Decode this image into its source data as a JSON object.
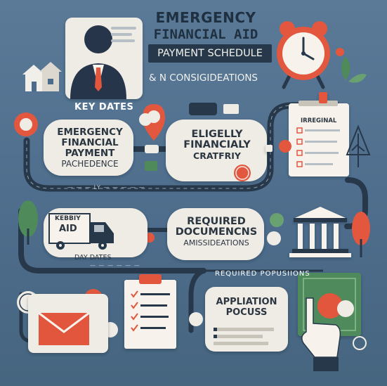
{
  "title": {
    "line1": "EMERGENCY",
    "line2": "FINANCIAL AID",
    "line3": "PAYMENT SCHEDULE",
    "line4": "& N CONSIGIDEATIONS"
  },
  "key_dates": "KEY DATES",
  "cards": {
    "emergency": [
      "EMERGENCY",
      "FINANCIAL",
      "PAYMENT",
      "PACHEDENCE"
    ],
    "eligibility": [
      "ELIGELLY",
      "FINANCIALY",
      "CRATFRIY"
    ],
    "documents": [
      "REQUIRED",
      "DOCUMENCNS",
      "AMISSIDEATIONS"
    ],
    "application": [
      "APPLIATION",
      "POCUSS"
    ]
  },
  "truck": {
    "small": "KEBBIY",
    "big": "AID",
    "caption": "DAY DATES"
  },
  "clipboard": {
    "stamp": "IRREGINAL"
  },
  "road": {
    "label": "REQUIRED POPUSIIONS",
    "marker_1": "— — — LY — — — — —",
    "marker_2": "— — — — — —"
  },
  "icons": [
    "house-icon",
    "person-icon",
    "alarm-clock-icon",
    "location-pin-icon",
    "dollar-coin-icon",
    "truck-icon",
    "bank-icon",
    "tree-icon",
    "envelope-icon",
    "clipboard-checklist-icon",
    "pointing-hand-icon",
    "money-bill-icon",
    "plant-icon"
  ],
  "colors": {
    "background": "#4f6f8e",
    "accent": "#e2573e",
    "navy": "#26384a",
    "card": "#efece6",
    "green": "#4f8a5b"
  }
}
